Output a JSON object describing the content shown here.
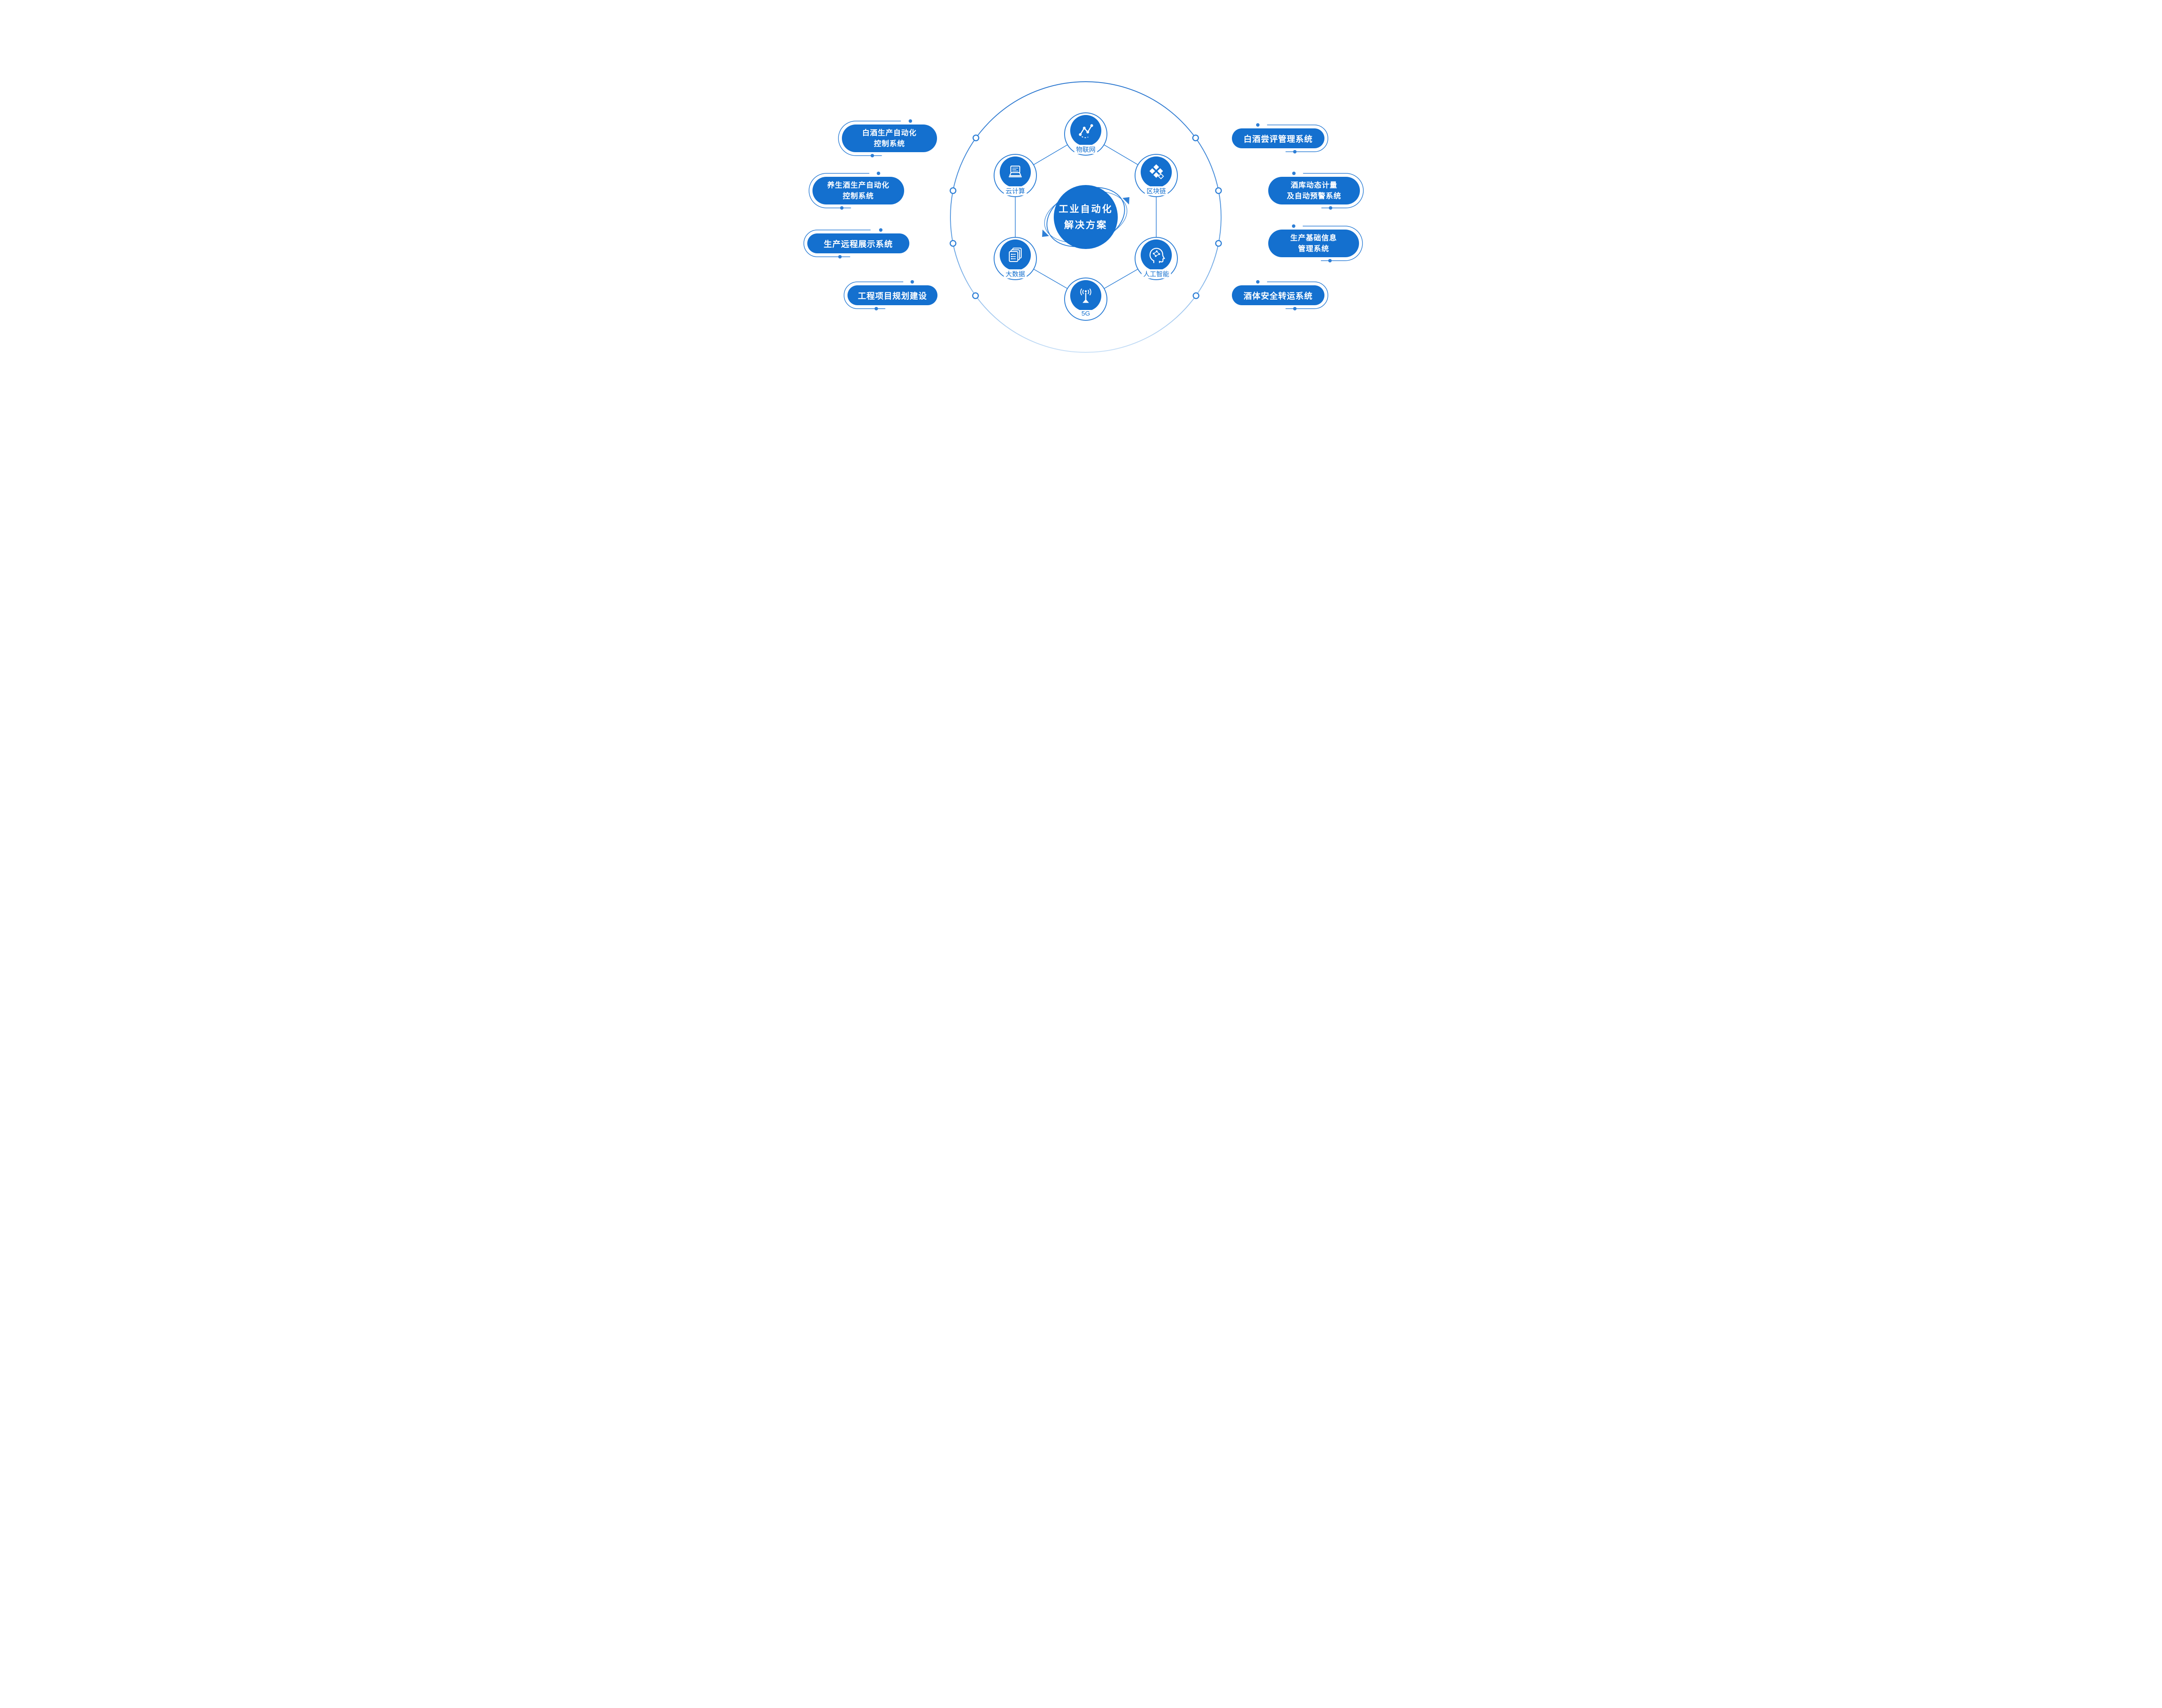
{
  "title": {
    "text": "工业自动化\n解决方案"
  },
  "nodes": [
    {
      "id": "iot",
      "label": "物联网",
      "icon": "iot-network-icon"
    },
    {
      "id": "blockchain",
      "label": "区块链",
      "icon": "blockchain-blocks-icon"
    },
    {
      "id": "ai",
      "label": "人工智能",
      "icon": "ai-head-icon"
    },
    {
      "id": "5g",
      "label": "5G",
      "icon": "antenna-5g-icon"
    },
    {
      "id": "bigdata",
      "label": "大数据",
      "icon": "big-data-stack-icon"
    },
    {
      "id": "cloud",
      "label": "云计算",
      "icon": "cloud-computing-laptop-icon"
    }
  ],
  "pills": {
    "left": [
      {
        "text": "白酒生产自动化\n控制系统"
      },
      {
        "text": "养生酒生产自动化\n控制系统"
      },
      {
        "text": "生产远程展示系统"
      },
      {
        "text": "工程项目规划建设"
      }
    ],
    "right": [
      {
        "text": "白酒尝评管理系统"
      },
      {
        "text": "酒库动态计量\n及自动预警系统"
      },
      {
        "text": "生产基础信息\n管理系统"
      },
      {
        "text": "酒体安全转运系统"
      }
    ]
  },
  "colors": {
    "primary": "#1470cf",
    "accent_line": "#2e7fd6",
    "ring_fade": "#c9e0f7",
    "text_on_primary": "#ffffff"
  }
}
